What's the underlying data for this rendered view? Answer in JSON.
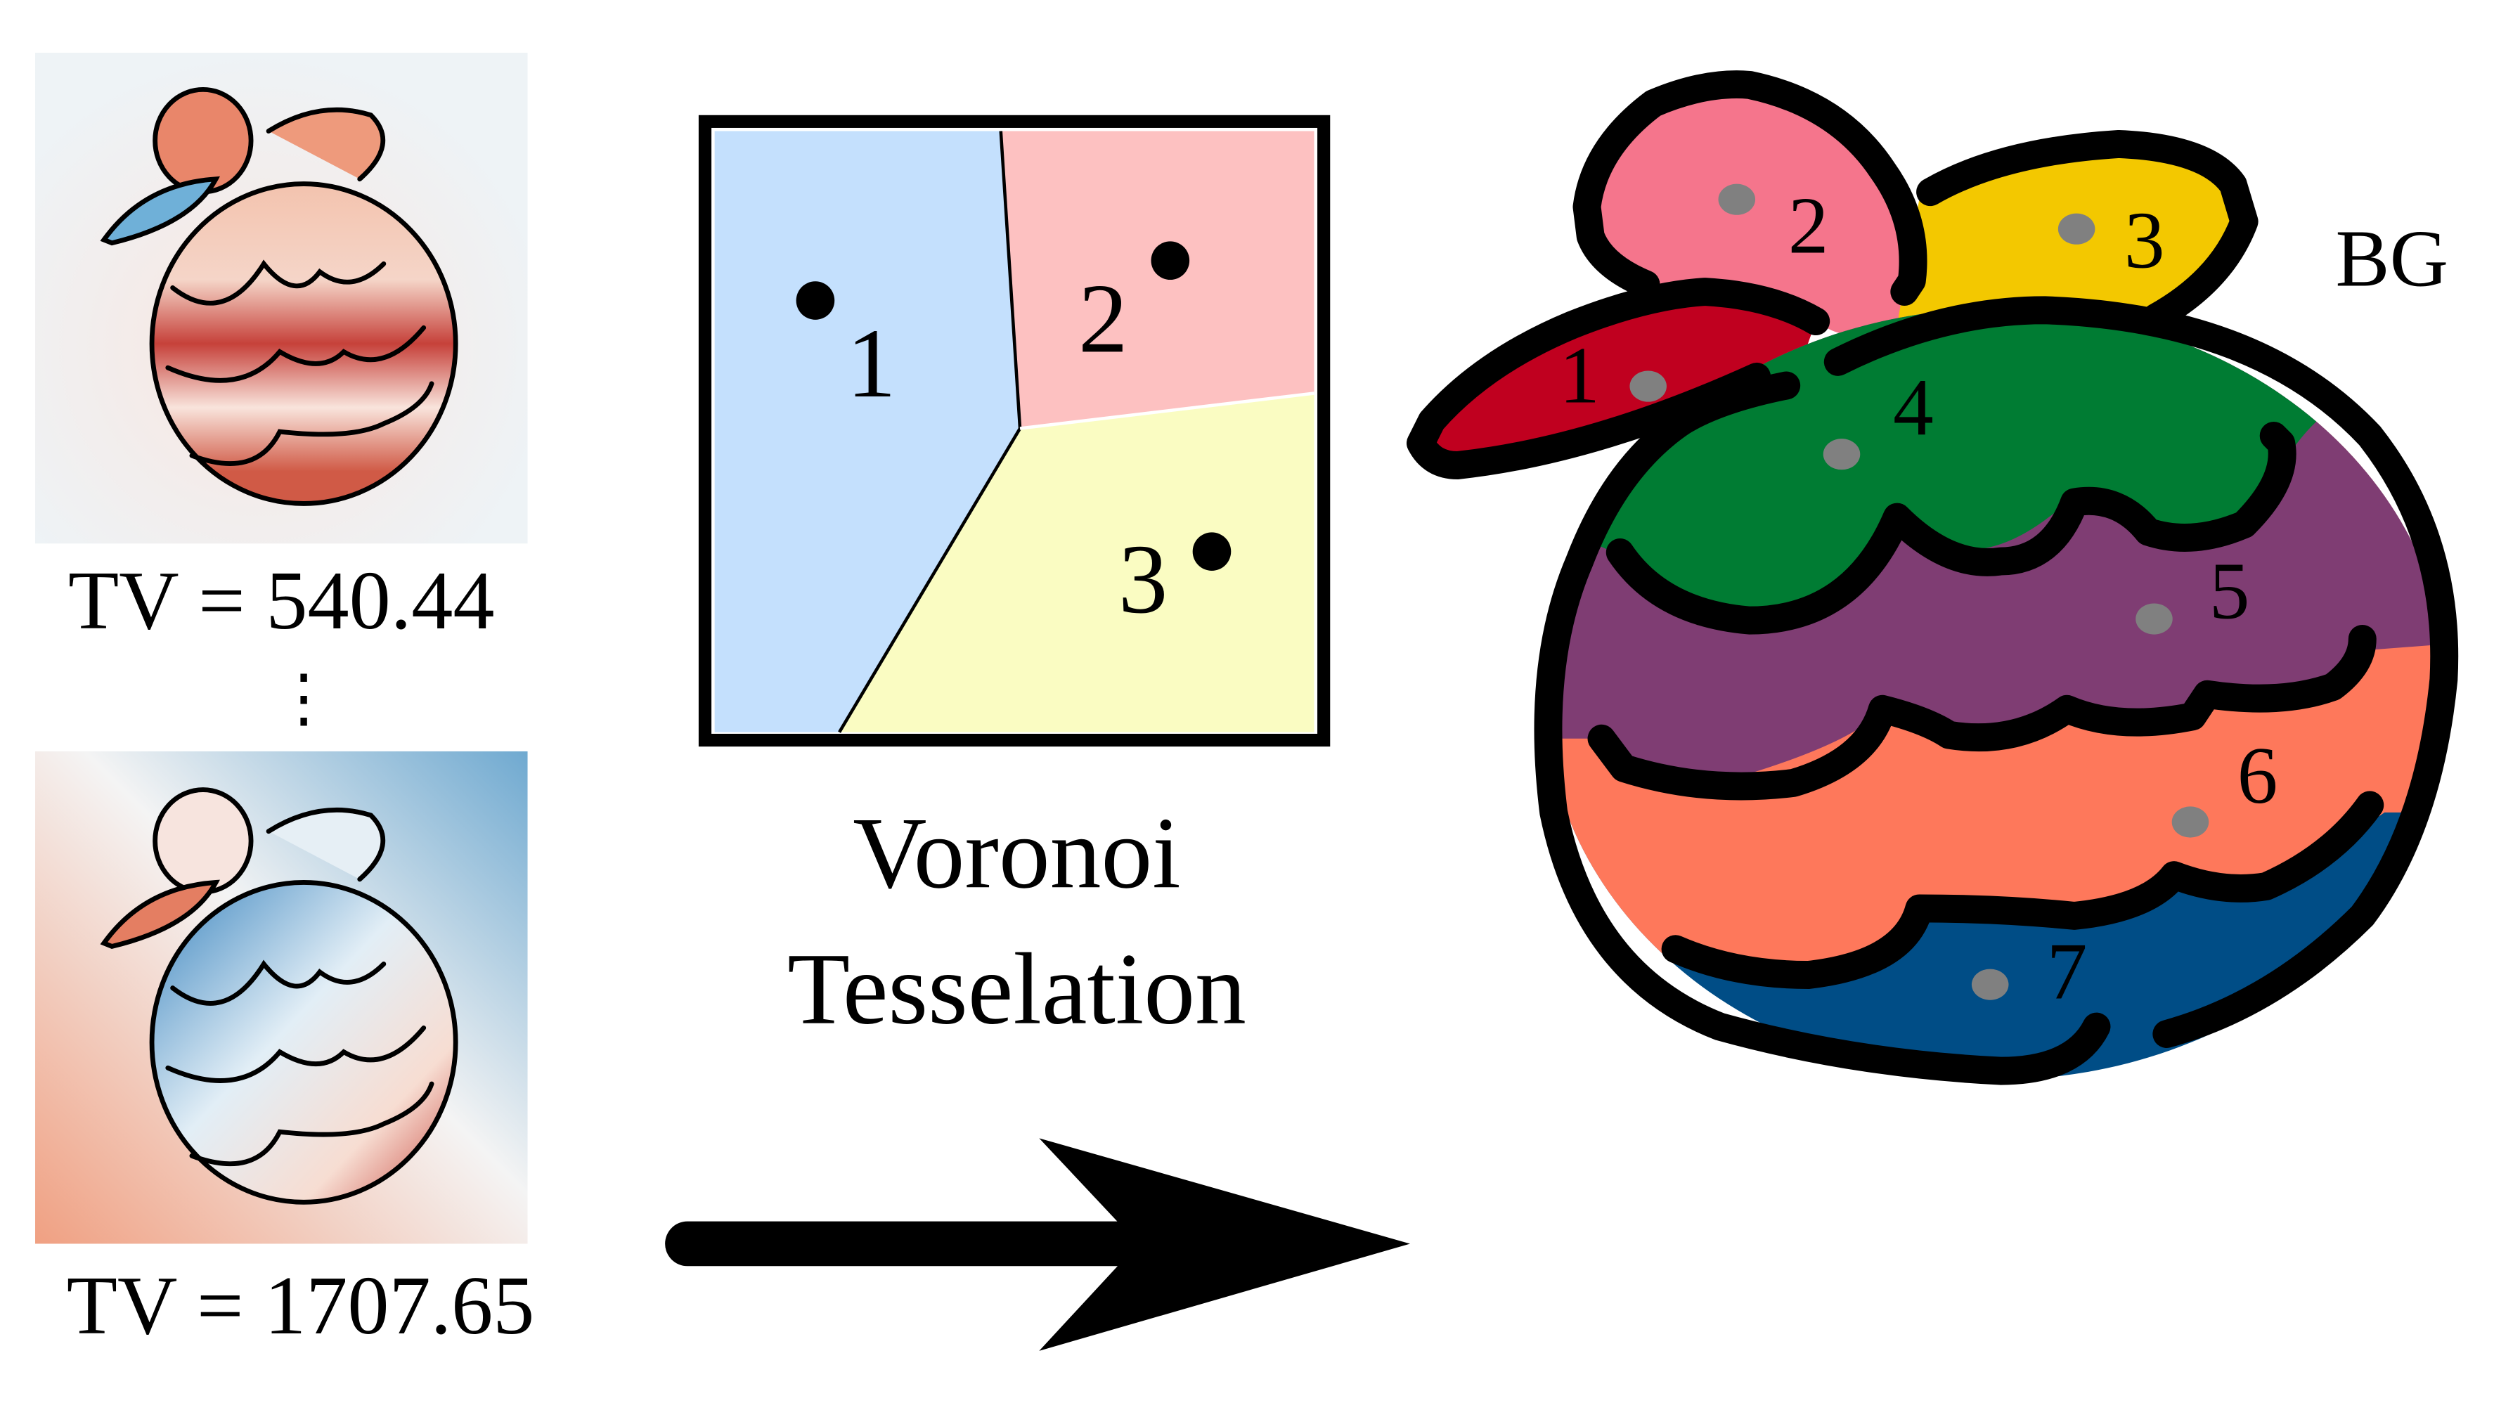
{
  "heatmaps": [
    {
      "label": "TV = 540.44"
    },
    {
      "label": "TV = 1707.65"
    }
  ],
  "ellipsis": "⋮",
  "voronoi": {
    "title_line1": "Voronoi",
    "title_line2": "Tesselation",
    "cells": [
      {
        "label": "1",
        "color": "#c4e0fd"
      },
      {
        "label": "2",
        "color": "#fdc1c1"
      },
      {
        "label": "3",
        "color": "#fafcc2"
      }
    ]
  },
  "segmentation": {
    "background_label": "BG",
    "regions": [
      {
        "label": "1",
        "color": "#c0001f"
      },
      {
        "label": "2",
        "color": "#f5758c"
      },
      {
        "label": "3",
        "color": "#f3c800"
      },
      {
        "label": "4",
        "color": "#007c33"
      },
      {
        "label": "5",
        "color": "#7f3d73"
      },
      {
        "label": "6",
        "color": "#fe785b"
      },
      {
        "label": "7",
        "color": "#004d86"
      }
    ],
    "seed_color": "#808080"
  }
}
